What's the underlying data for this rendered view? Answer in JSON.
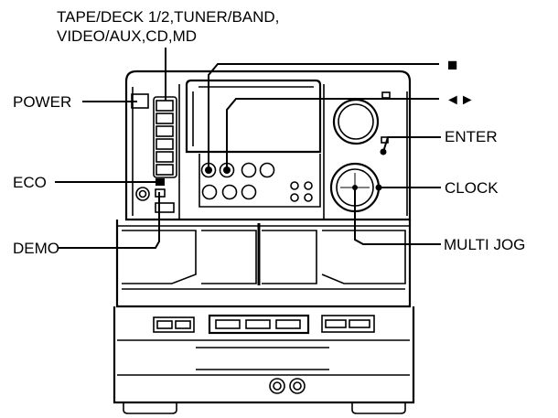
{
  "labels": {
    "top_line1": "TAPE/DECK 1/2,TUNER/BAND,",
    "top_line2": "VIDEO/AUX,CD,MD",
    "power": "POWER",
    "eco": "ECO",
    "demo": "DEMO",
    "stop_symbol": "■",
    "skip_symbol": "◄►",
    "enter": "ENTER",
    "clock": "CLOCK",
    "multi_jog": "MULTI JOG"
  }
}
